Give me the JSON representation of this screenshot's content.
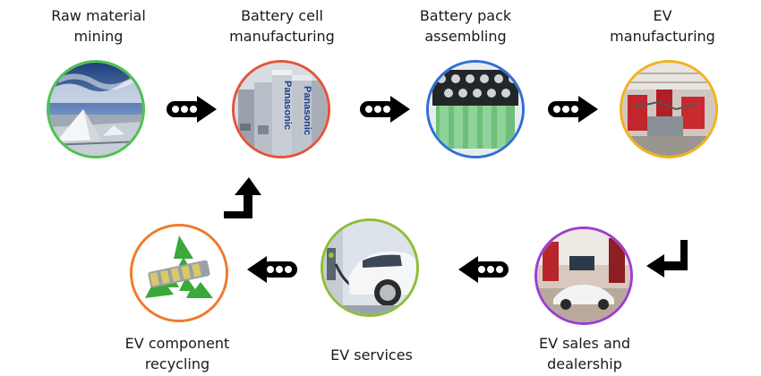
{
  "stages": [
    {
      "id": "raw",
      "label": "Raw material\nmining",
      "border": "#4ec24e"
    },
    {
      "id": "cell",
      "label": "Battery cell\nmanufacturing",
      "border": "#e2553a"
    },
    {
      "id": "pack",
      "label": "Battery pack\nassembling",
      "border": "#2f6fd6"
    },
    {
      "id": "ev",
      "label": "EV\nmanufacturing",
      "border": "#f2b21c"
    },
    {
      "id": "sales",
      "label": "EV sales and\ndealership",
      "border": "#9b3fd0"
    },
    {
      "id": "services",
      "label": "EV services",
      "border": "#8dbd3a"
    },
    {
      "id": "recycle",
      "label": "EV component\nrecycling",
      "border": "#f07a2a"
    }
  ],
  "image_text": {
    "cell_brand": "Panasonic"
  }
}
